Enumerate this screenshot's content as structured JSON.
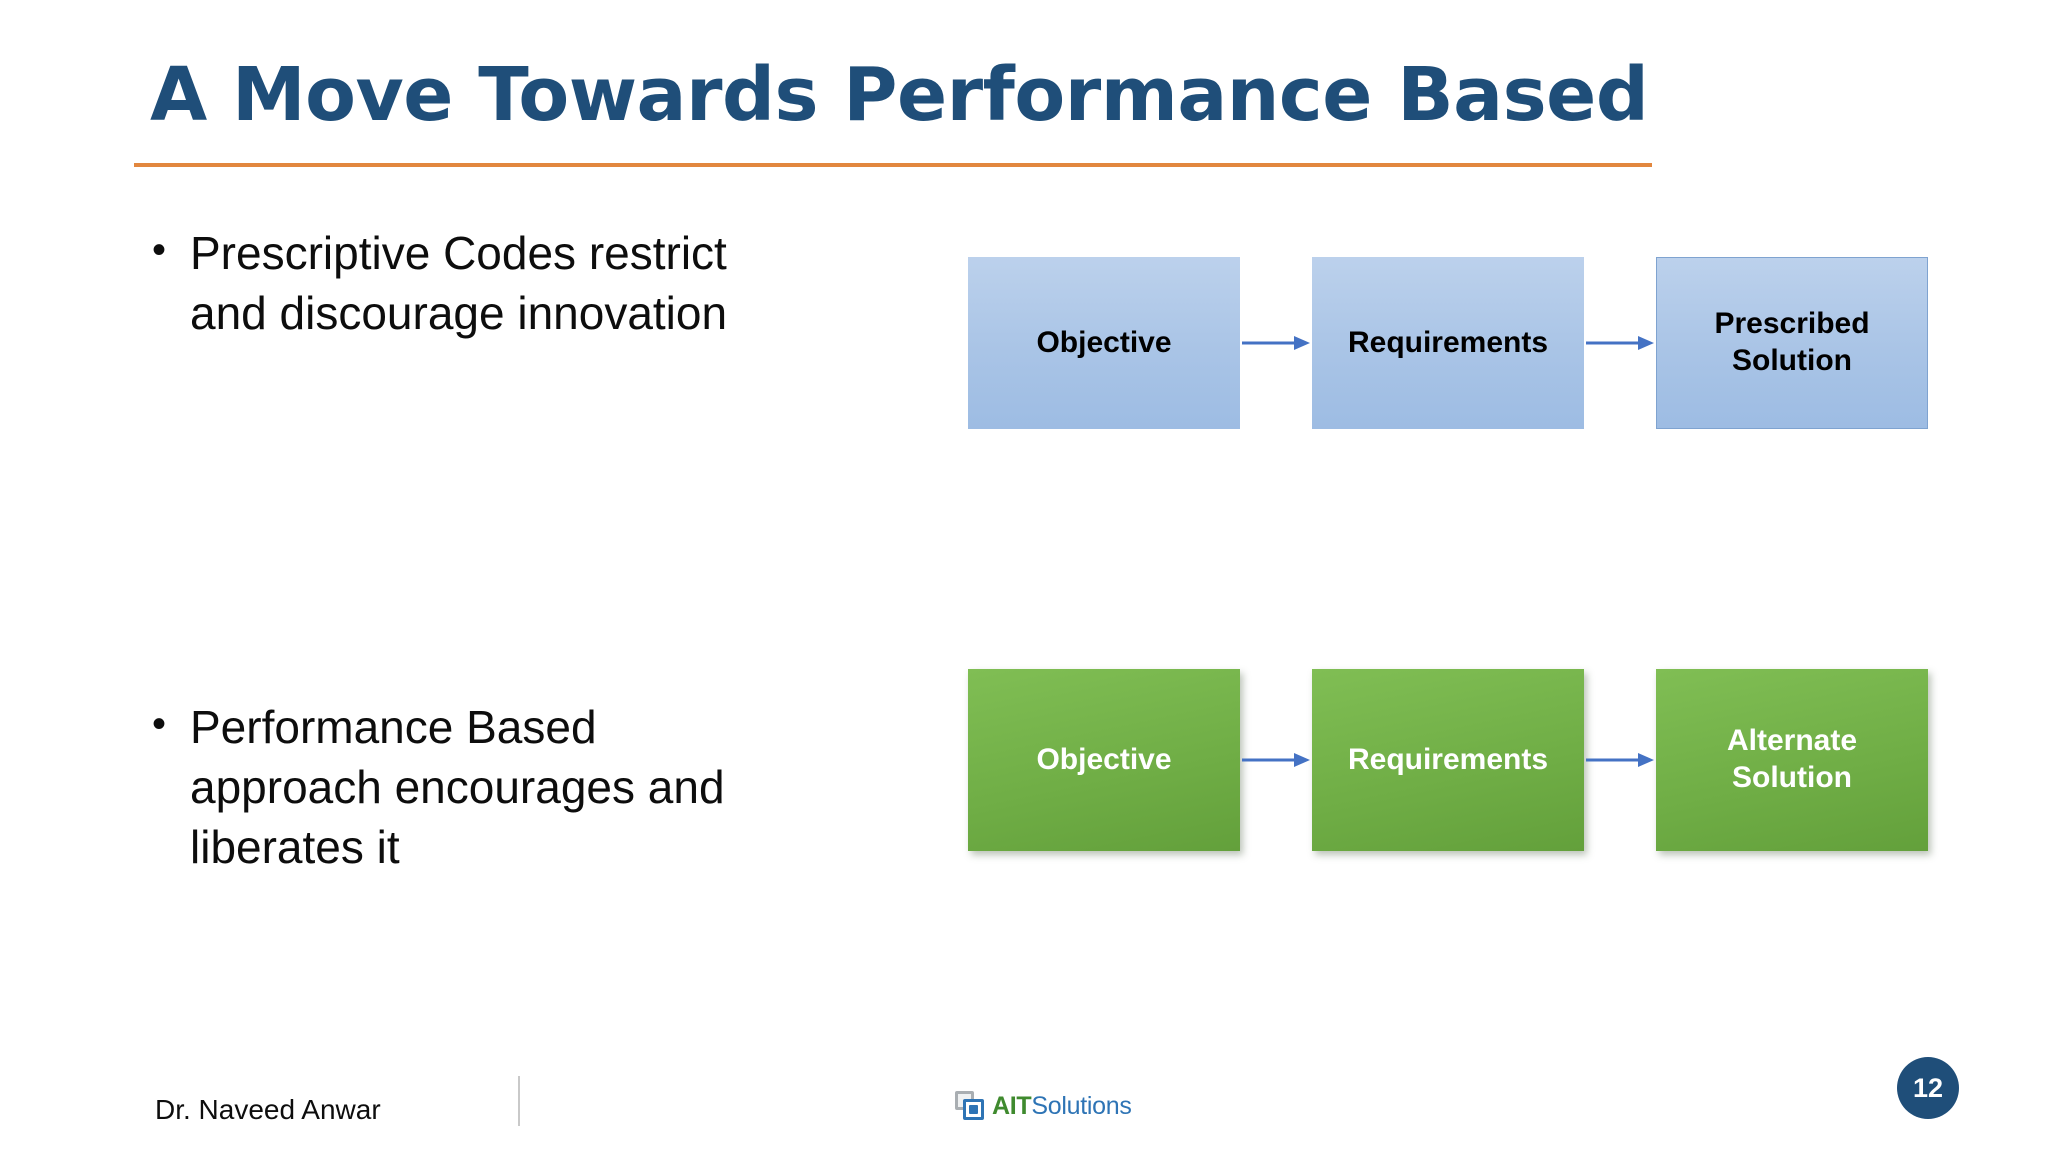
{
  "slide": {
    "title": "A Move Towards Performance Based",
    "page_number": "12",
    "accent_rule_color": "#E2873E",
    "title_color": "#1F4E79"
  },
  "bullets": [
    {
      "marker": "•",
      "text": "Prescriptive Codes restrict and discourage innovation"
    },
    {
      "marker": "•",
      "text": "Performance Based approach encourages and liberates it"
    }
  ],
  "diagrams": [
    {
      "name": "prescriptive-flow",
      "style": "blue",
      "fill_color": "#A9C4E6",
      "text_color": "#000000",
      "nodes": [
        {
          "label": "Objective"
        },
        {
          "label": "Requirements"
        },
        {
          "label": "Prescribed Solution"
        }
      ],
      "connector_color": "#4472C4"
    },
    {
      "name": "performance-based-flow",
      "style": "green",
      "fill_color": "#70AD47",
      "text_color": "#FFFFFF",
      "nodes": [
        {
          "label": "Objective"
        },
        {
          "label": "Requirements"
        },
        {
          "label": "Alternate Solution"
        }
      ],
      "connector_color": "#4472C4"
    }
  ],
  "footer": {
    "author": "Dr. Naveed Anwar",
    "logo": {
      "primary": "AIT",
      "secondary": "Solutions",
      "primary_color": "#3F8A2E",
      "secondary_color": "#2E74B5"
    }
  }
}
